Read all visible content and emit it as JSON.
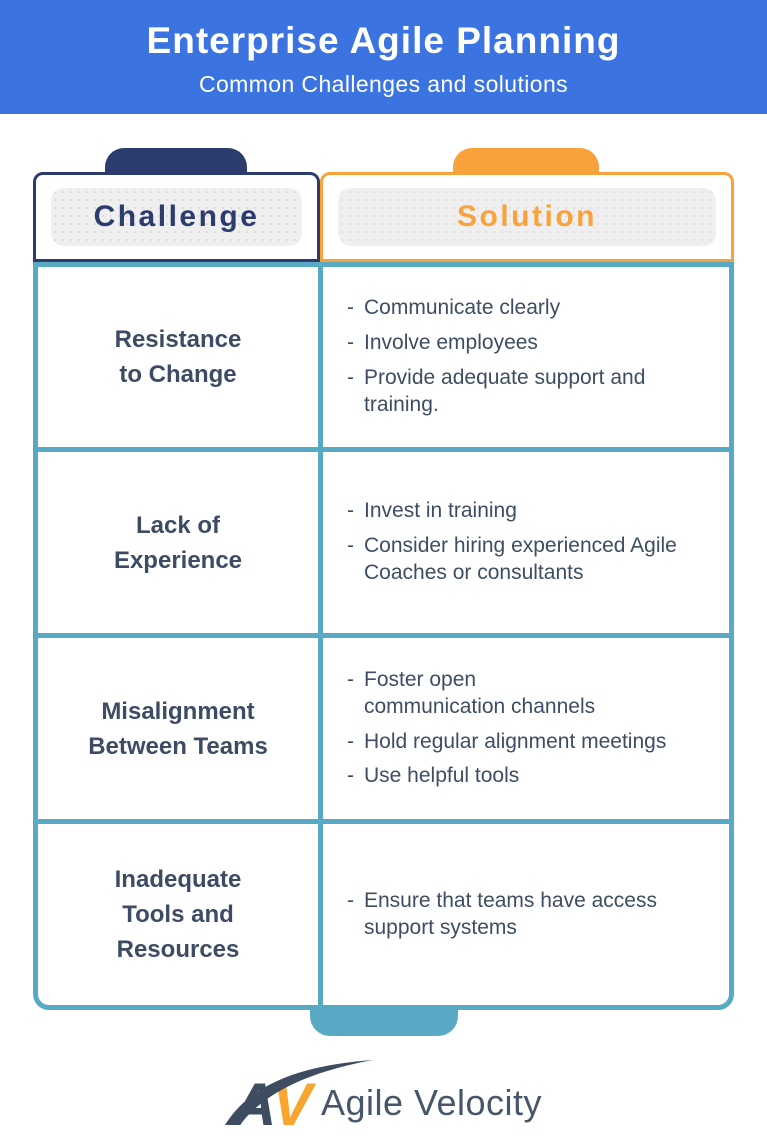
{
  "banner": {
    "title": "Enterprise Agile Planning",
    "subtitle": "Common Challenges and solutions"
  },
  "table": {
    "challenge_header": "Challenge",
    "solution_header": "Solution",
    "bullet_dash": "-",
    "rows": [
      {
        "challenge_lines": [
          "Resistance",
          "to Change"
        ],
        "solutions": [
          {
            "lines": [
              "Communicate clearly"
            ]
          },
          {
            "lines": [
              "Involve employees"
            ]
          },
          {
            "lines": [
              "Provide adequate support and",
              "training."
            ]
          }
        ]
      },
      {
        "challenge_lines": [
          "Lack of",
          "Experience"
        ],
        "solutions": [
          {
            "lines": [
              "Invest in training"
            ]
          },
          {
            "lines": [
              "Consider hiring experienced Agile",
              "Coaches or consultants"
            ]
          }
        ]
      },
      {
        "challenge_lines": [
          "Misalignment",
          "Between Teams"
        ],
        "solutions": [
          {
            "lines": [
              "Foster open",
              "communication channels"
            ]
          },
          {
            "lines": [
              "Hold regular alignment meetings"
            ]
          },
          {
            "lines": [
              "Use helpful tools"
            ]
          }
        ]
      },
      {
        "challenge_lines": [
          "Inadequate",
          "Tools and",
          "Resources"
        ],
        "solutions": [
          {
            "lines": [
              "Ensure that teams have access",
              "support systems"
            ]
          }
        ]
      }
    ]
  },
  "footer": {
    "monogram_a": "A",
    "monogram_v": "V",
    "brand": "Agile Velocity"
  },
  "colors": {
    "banner_blue": "#3B74E0",
    "navy": "#2D3C6E",
    "orange": "#F9A23B",
    "teal": "#58A9C4",
    "header_box_gray": "#EFEFF0",
    "challenge_text": "#3D4C64",
    "body_text": "#3E4D63",
    "brand_text": "#47566B",
    "monogram_a_color": "#3E4C5F",
    "monogram_v_color": "#F9A42E"
  }
}
